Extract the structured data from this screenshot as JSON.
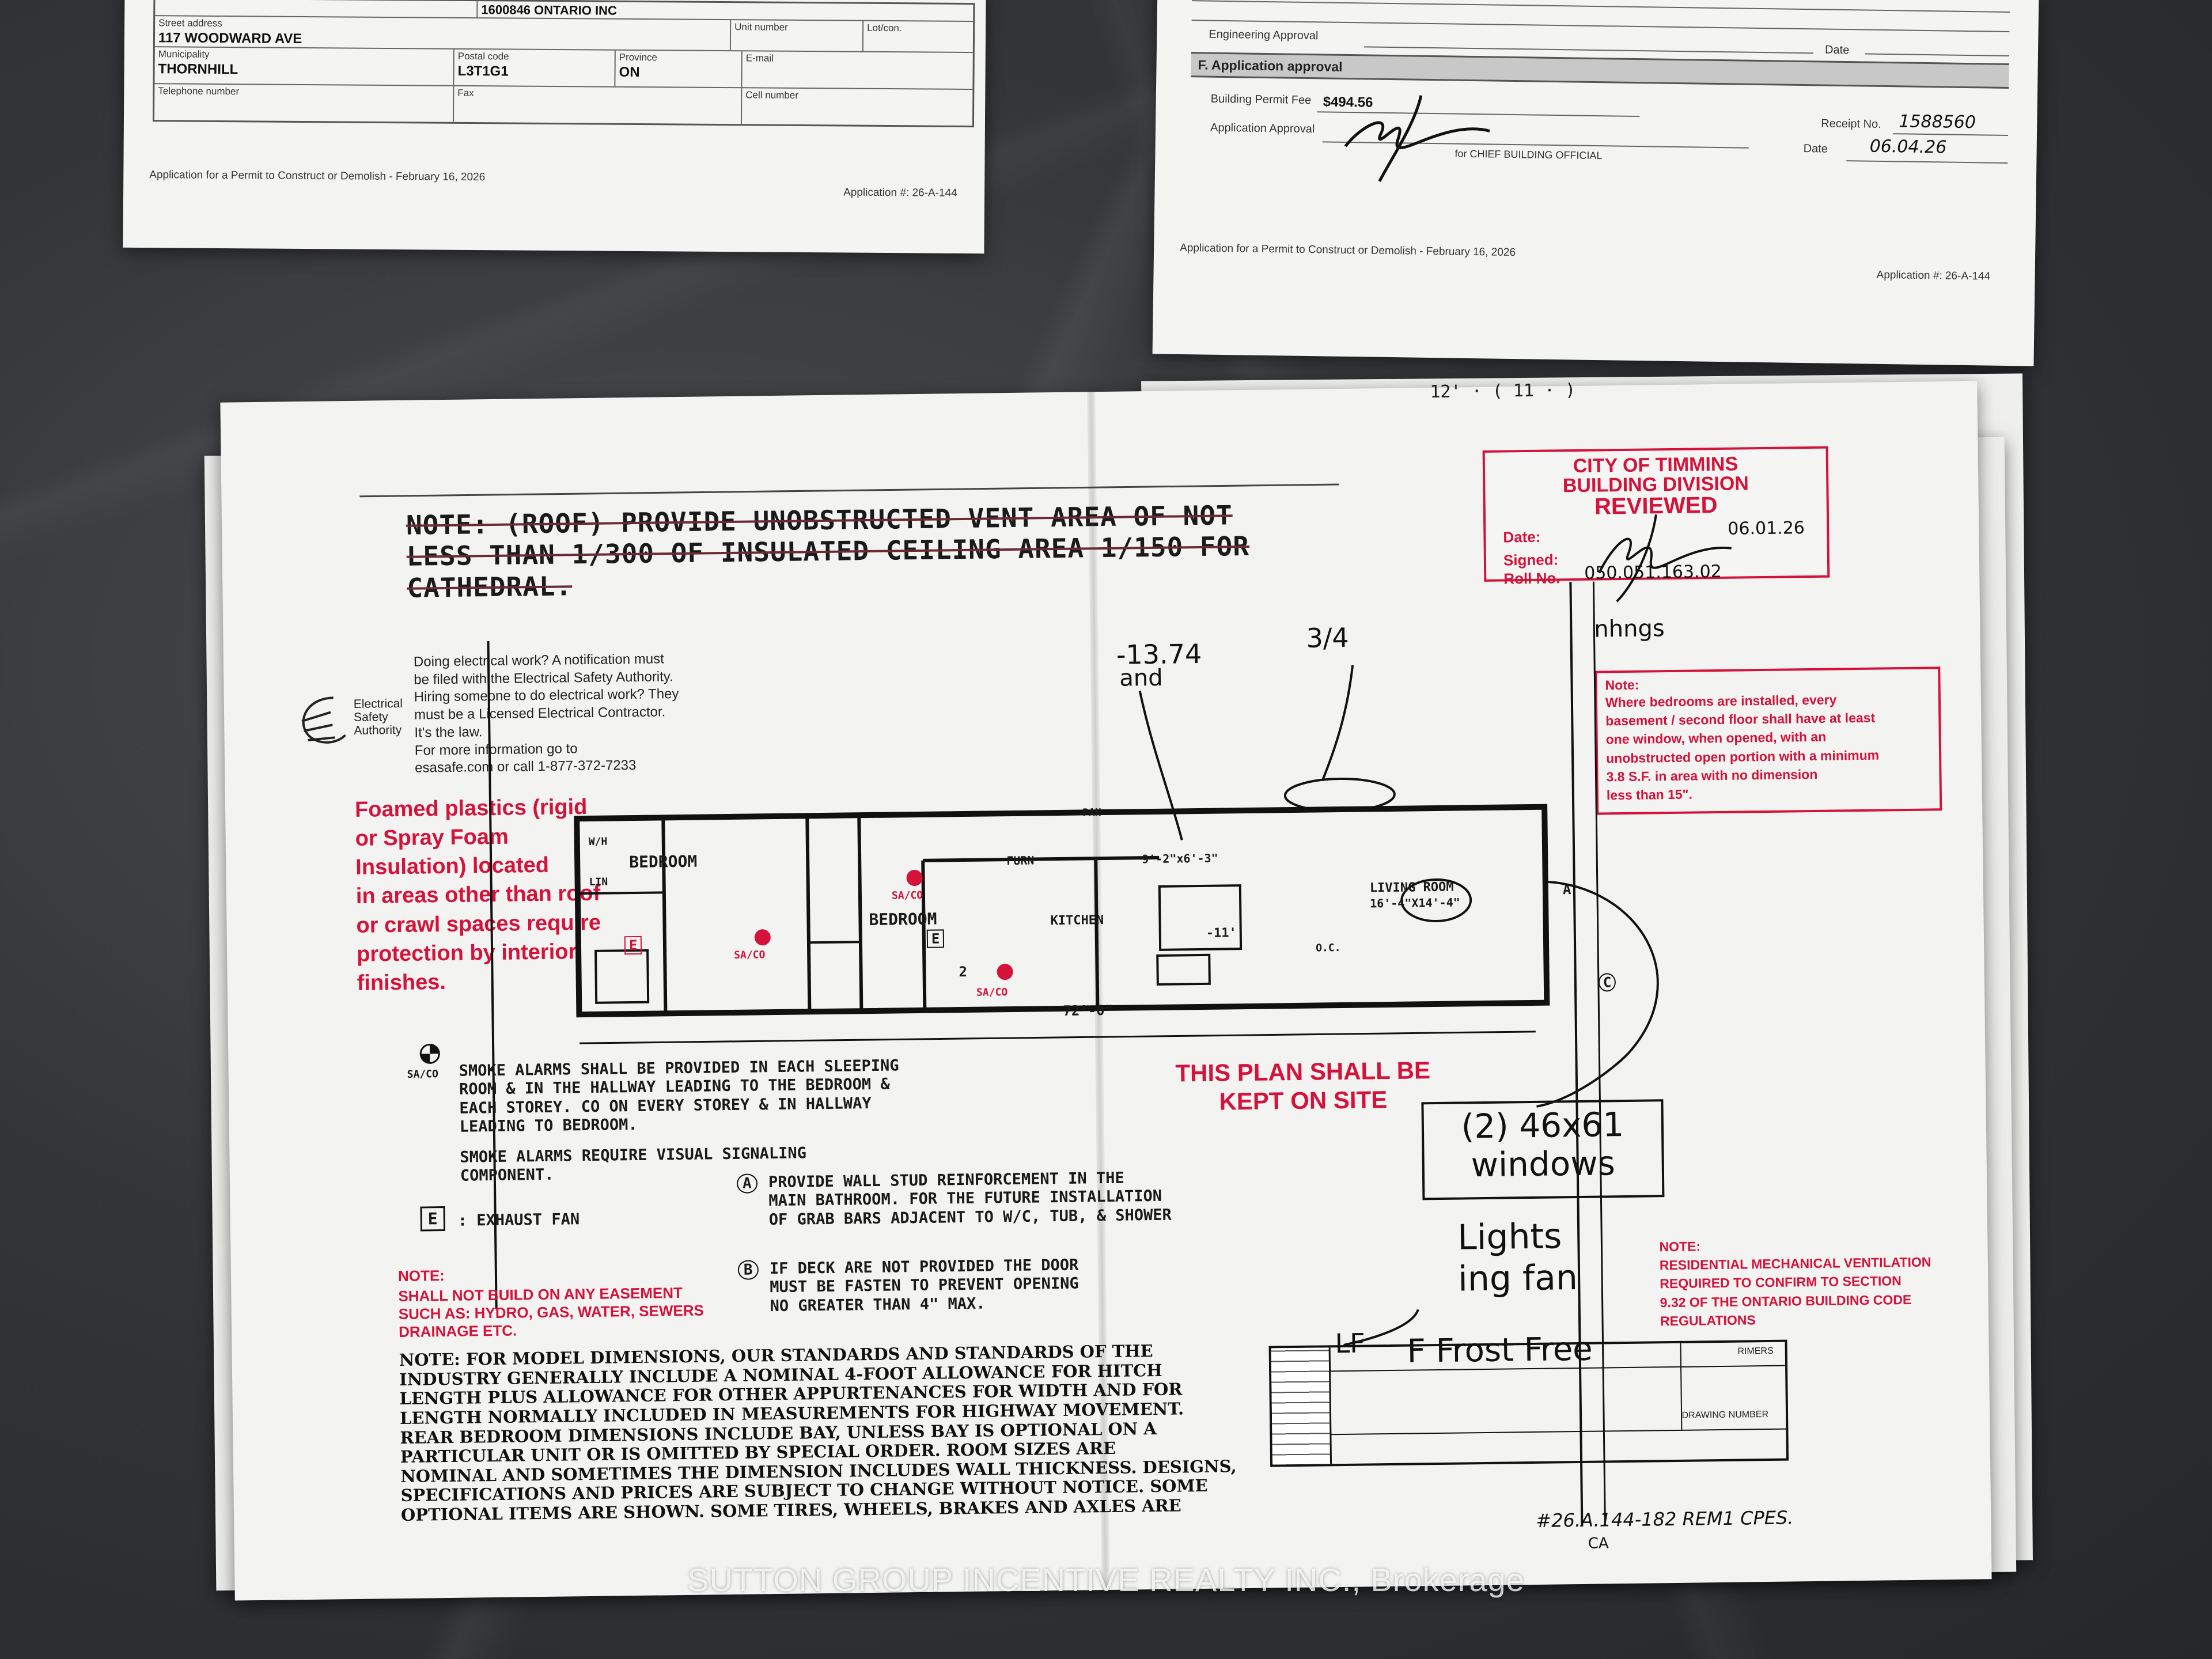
{
  "form_left": {
    "top_value": "1600846 ONTARIO INC",
    "street_label": "Street address",
    "street_value": "117 WOODWARD AVE",
    "unit_label": "Unit number",
    "lot_label": "Lot/con.",
    "municipality_label": "Municipality",
    "municipality_value": "THORNHILL",
    "postal_label": "Postal code",
    "postal_value": "L3T1G1",
    "province_label": "Province",
    "province_value": "ON",
    "email_label": "E-mail",
    "phone_label": "Telephone number",
    "fax_label": "Fax",
    "cell_label": "Cell number",
    "footer_left": "Application for a Permit to Construct or Demolish - February 16, 2026",
    "footer_right": "Application #: 26-A-144"
  },
  "form_right": {
    "engineering_label": "Engineering Approval",
    "date_label": "Date",
    "section_f": "F. Application approval",
    "fee_label": "Building Permit Fee",
    "fee_value": "$494.56",
    "approval_label": "Application Approval",
    "chief_label": "for CHIEF BUILDING OFFICIAL",
    "receipt_label": "Receipt No.",
    "receipt_value": "1588560",
    "date2_label": "Date",
    "date2_value": "06.04.26",
    "footer_left": "Application for a Permit to Construct or Demolish - February 16, 2026",
    "footer_right": "Application #: 26-A-144"
  },
  "plan": {
    "top_scribble": "12' · ( 11 · )",
    "roof_note": "NOTE: (ROOF) PROVIDE UNOBSTRUCTED VENT AREA OF NOT LESS THAN 1/300 OF INSULATED CEILING AREA 1/150 FOR CATHEDRAL.",
    "stamp": {
      "line1": "CITY OF TIMMINS",
      "line2": "BUILDING DIVISION",
      "line3": "REVIEWED",
      "date_label": "Date:",
      "date_value": "06.01.26",
      "signed_label": "Signed:",
      "roll_label": "Roll No.",
      "roll_value": "050.051.163.02"
    },
    "esa_logo": "Electrical Safety Authority",
    "esa_text": [
      "Doing electrical work? A notification must",
      "be filed with the Electrical Safety Authority.",
      "Hiring someone to do electrical work? They",
      "must be a Licensed Electrical Contractor.",
      "It's the law.",
      "For more information go to",
      "esasafe.com or call 1-877-372-7233"
    ],
    "foam_note": [
      "Foamed plastics (rigid",
      "or Spray Foam",
      "Insulation) located",
      "in areas other than roof",
      "or crawl spaces require",
      "protection by interior",
      "finishes."
    ],
    "bedroom_note_title": "Note:",
    "bedroom_note": [
      "Where bedrooms are installed, every",
      "basement / second floor shall have at least",
      "one window, when opened, with an",
      "unobstructed open portion with a minimum",
      "3.8 S.F. in area with no dimension",
      "less than 15\"."
    ],
    "hw_minus": "-13.74",
    "hw_and": "and",
    "hw_34": "3/4",
    "hw_nhngs": "nhngs",
    "rooms": {
      "bedroom1": "BEDROOM",
      "bedroom2": "BEDROOM",
      "furn": "FURN",
      "pan": "PAN",
      "kitchen": "KITCHEN",
      "kitchen_dim": "9'-2\"x6'-3\"",
      "living": "LIVING ROOM",
      "living_dim": "16'-4\"X14'-4\"",
      "wh": "W/H",
      "lin": "LIN",
      "oc": "O.C.",
      "sa_co": "SA/CO",
      "e": "E",
      "a": "A",
      "b": "B",
      "c": "C",
      "two": "2",
      "eleven": "-11'"
    },
    "overall_dim": "72'-0\"",
    "keep_on_site": [
      "THIS PLAN SHALL BE",
      "KEPT ON SITE"
    ],
    "windows_note": [
      "(2) 46x61",
      "windows"
    ],
    "lights_note": [
      "Lights",
      "ing fan"
    ],
    "frost_free": "F  Frost Free",
    "lf_mark": "LF",
    "smoke_label": "SA/CO",
    "smoke_note": [
      "SMOKE ALARMS SHALL BE PROVIDED IN EACH SLEEPING",
      "ROOM & IN THE HALLWAY LEADING TO THE BEDROOM &",
      "EACH STOREY. CO ON EVERY STOREY & IN HALLWAY",
      "LEADING TO BEDROOM."
    ],
    "visual_note": [
      "SMOKE ALARMS REQUIRE VISUAL SIGNALING",
      "COMPONENT."
    ],
    "exhaust_note": ": EXHAUST FAN",
    "note_a": [
      "PROVIDE WALL STUD REINFORCEMENT IN THE",
      "MAIN BATHROOM. FOR THE FUTURE INSTALLATION",
      "OF GRAB BARS ADJACENT TO W/C, TUB, & SHOWER"
    ],
    "note_b": [
      "IF DECK ARE NOT PROVIDED THE DOOR",
      "MUST BE FASTEN TO PREVENT OPENING",
      "NO GREATER THAN 4\" MAX."
    ],
    "easement_title": "NOTE:",
    "easement": [
      "SHALL NOT BUILD ON ANY EASEMENT",
      "SUCH AS: HYDRO, GAS, WATER, SEWERS",
      "DRAINAGE ETC."
    ],
    "model_note": [
      "NOTE: FOR MODEL DIMENSIONS, OUR STANDARDS AND STANDARDS OF THE",
      "INDUSTRY GENERALLY INCLUDE A NOMINAL 4-FOOT ALLOWANCE FOR HITCH",
      "LENGTH PLUS ALLOWANCE FOR OTHER APPURTENANCES FOR WIDTH AND FOR",
      "LENGTH NORMALLY INCLUDED IN MEASUREMENTS FOR HIGHWAY MOVEMENT.",
      "REAR BEDROOM DIMENSIONS INCLUDE BAY, UNLESS BAY IS OPTIONAL ON A",
      "PARTICULAR UNIT OR IS OMITTED BY SPECIAL ORDER. ROOM SIZES ARE",
      "NOMINAL AND SOMETIMES THE DIMENSION INCLUDES WALL THICKNESS. DESIGNS,",
      "SPECIFICATIONS AND PRICES ARE SUBJECT TO CHANGE WITHOUT NOTICE. SOME",
      "OPTIONAL ITEMS ARE SHOWN. SOME TIRES, WHEELS, BRAKES AND AXLES ARE"
    ],
    "mech_note": [
      "NOTE:",
      "RESIDENTIAL MECHANICAL VENTILATION",
      "REQUIRED TO CONFIRM TO SECTION",
      "9.32 OF THE ONTARIO BUILDING CODE",
      "REGULATIONS"
    ],
    "bottom_ref": "#26.A.144-182 REM1 CPES.",
    "bottom_ref2": "CA",
    "title_block_label1": "RIMERS",
    "title_block_label2": "DRAWING NUMBER"
  },
  "watermark": "SUTTON GROUP INCENTIVE REALTY INC., Brokerage"
}
